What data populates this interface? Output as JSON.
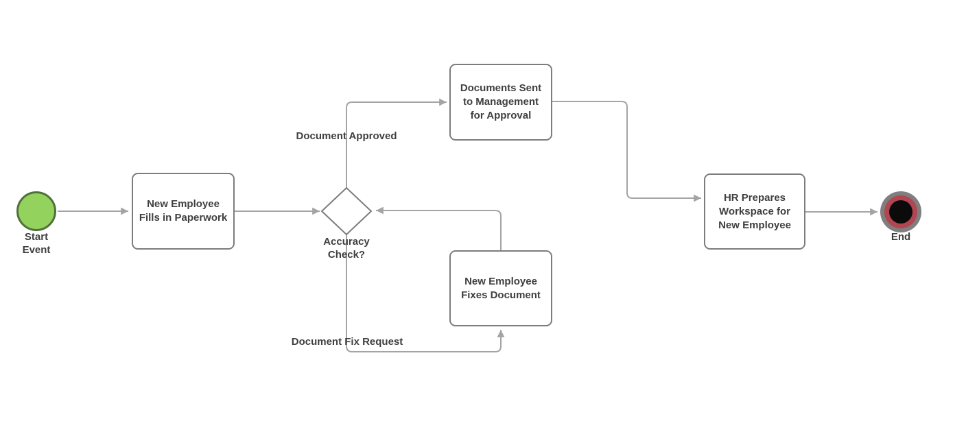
{
  "diagram": {
    "type": "flowchart",
    "subject": "employee-onboarding-process"
  },
  "nodes": {
    "start_event": {
      "shape": "circle",
      "label": "Start\nEvent"
    },
    "fill_paperwork": {
      "shape": "rounded-rect",
      "label": "New Employee\nFills in Paperwork"
    },
    "accuracy_check": {
      "shape": "diamond",
      "label": "Accuracy\nCheck?"
    },
    "send_management": {
      "shape": "rounded-rect",
      "label": "Documents Sent\nto Management\nfor Approval"
    },
    "fix_document": {
      "shape": "rounded-rect",
      "label": "New Employee\nFixes Document"
    },
    "hr_workspace": {
      "shape": "rounded-rect",
      "label": "HR Prepares\nWorkspace for\nNew Employee"
    },
    "end_event": {
      "shape": "circle",
      "label": "End"
    }
  },
  "edges": [
    {
      "from": "start_event",
      "to": "fill_paperwork",
      "label": ""
    },
    {
      "from": "fill_paperwork",
      "to": "accuracy_check",
      "label": ""
    },
    {
      "from": "accuracy_check",
      "to": "send_management",
      "label": "Document Approved"
    },
    {
      "from": "send_management",
      "to": "hr_workspace",
      "label": ""
    },
    {
      "from": "hr_workspace",
      "to": "end_event",
      "label": ""
    },
    {
      "from": "fix_document",
      "to": "accuracy_check",
      "label": ""
    },
    {
      "from": "accuracy_check",
      "to": "fix_document",
      "label": "Document Fix Request"
    }
  ],
  "colors": {
    "line_color": "#a4a4a4",
    "node_border": "#7c7c7c",
    "text_color": "#3f3f3f",
    "start_fill": "#94d25e",
    "start_border": "#50703a",
    "end_core": "#0b0b0b",
    "end_ring": "#b24552",
    "end_outer": "#7f7f7f"
  }
}
